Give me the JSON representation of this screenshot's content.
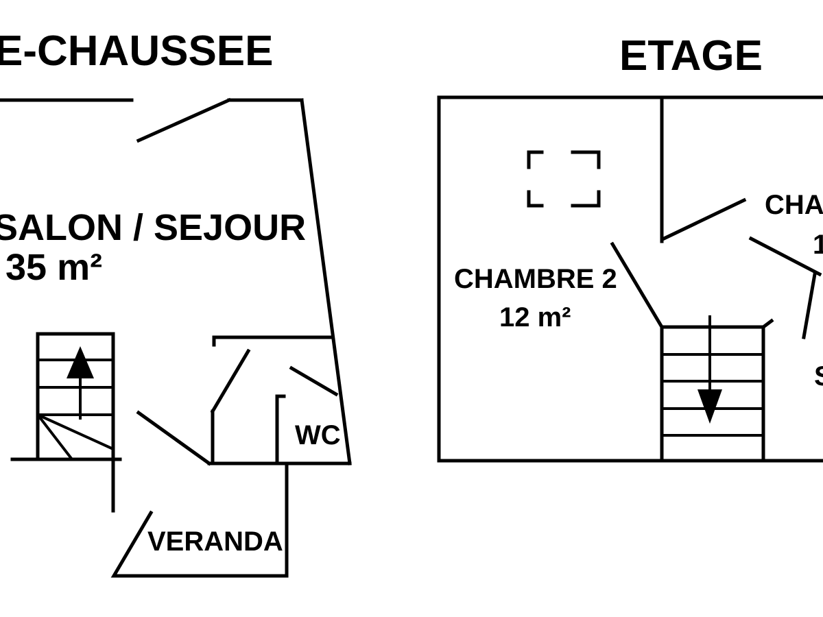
{
  "titles": {
    "ground_floor": "E-CHAUSSEE",
    "upper_floor": "ETAGE"
  },
  "rooms": {
    "salon_name": "SALON / SEJOUR",
    "salon_area": "35 m²",
    "wc": "WC",
    "veranda": "VERANDA",
    "chambre2_name": "CHAMBRE 2",
    "chambre2_area": "12 m²",
    "chambre_right_partial": "CHA",
    "chambre_right_area_partial": "1",
    "right_partial_s": "S"
  },
  "colors": {
    "line": "#000000",
    "background": "#ffffff"
  }
}
